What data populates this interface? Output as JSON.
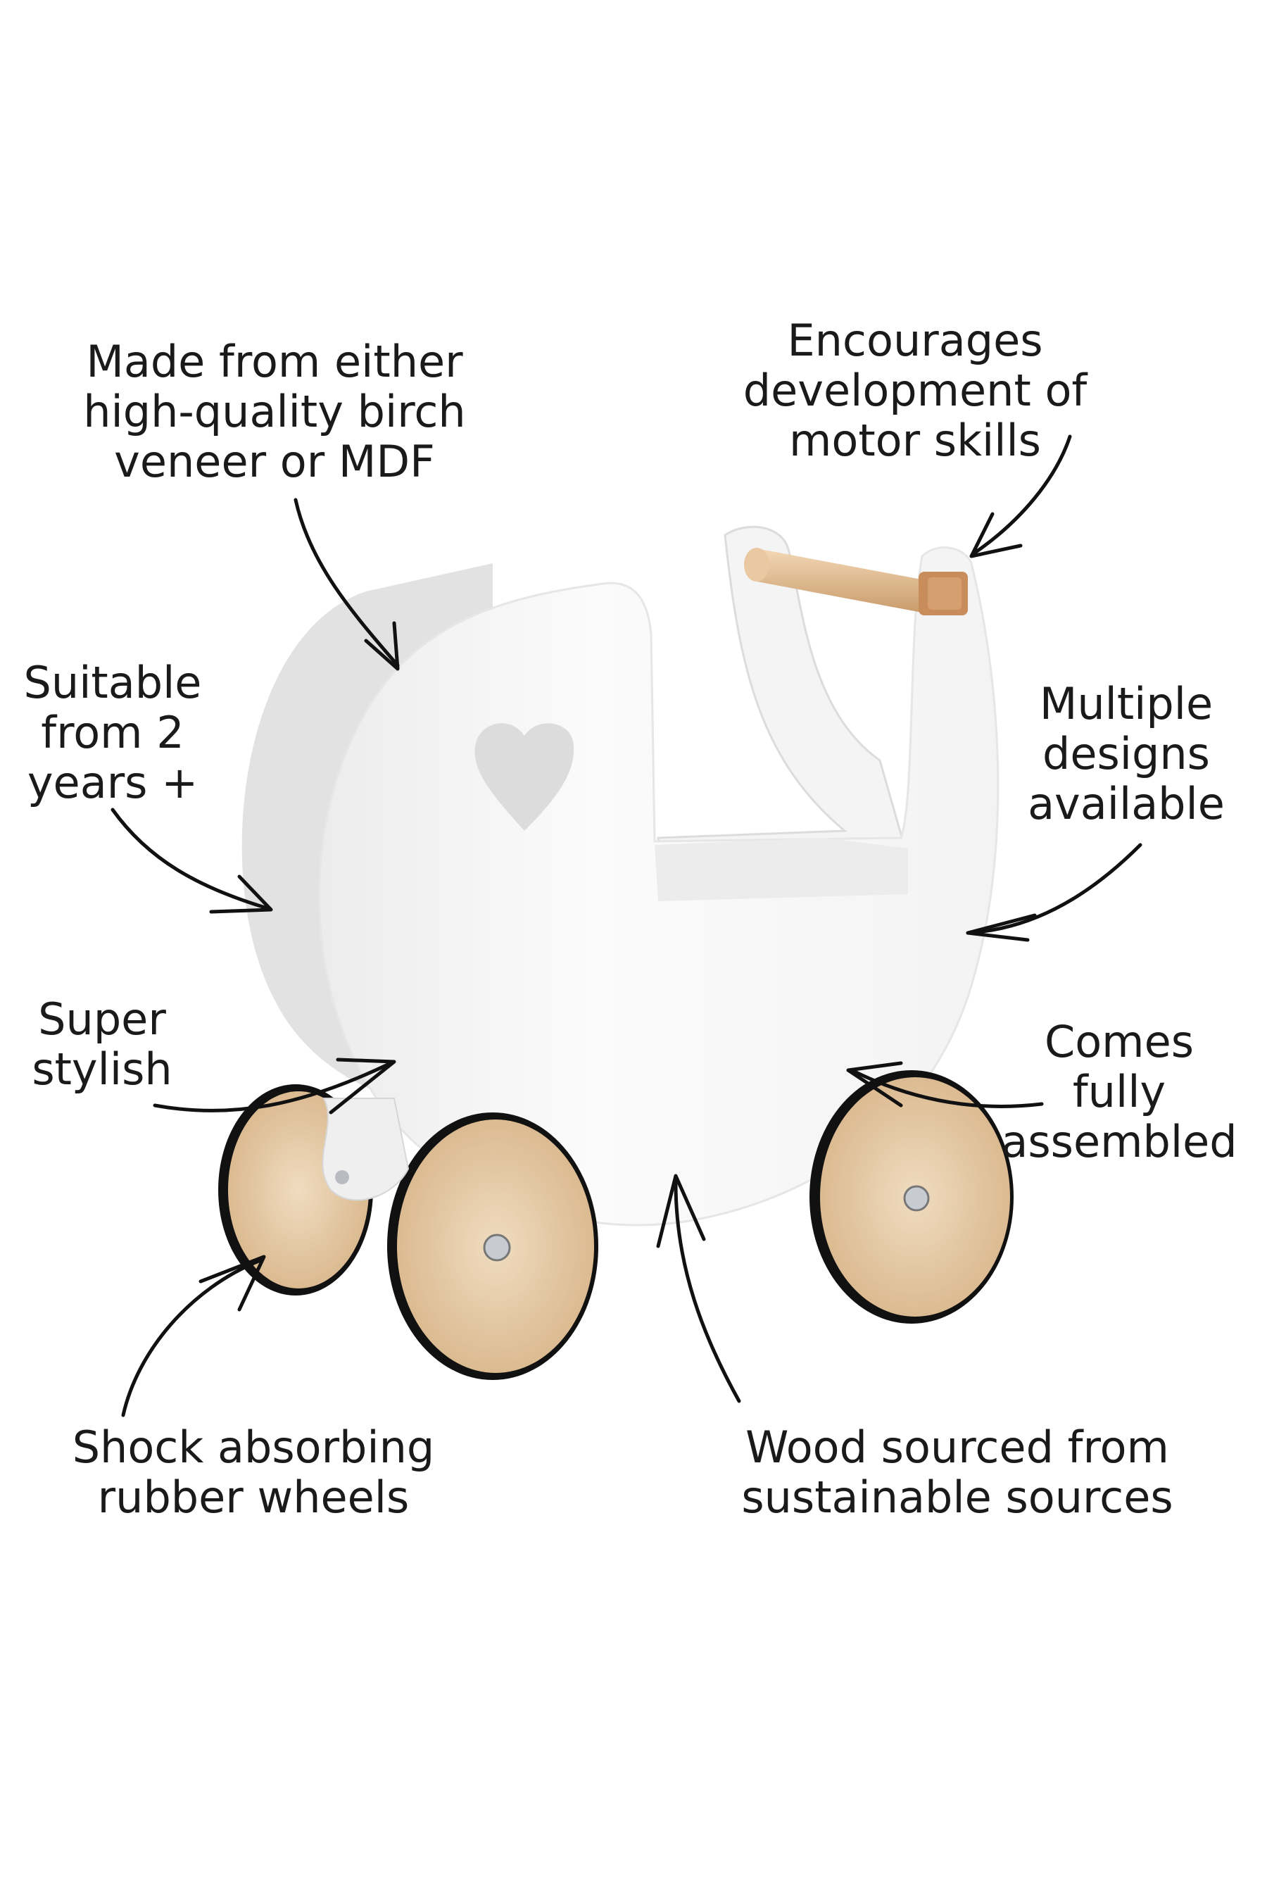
{
  "features": {
    "material": {
      "lines": [
        "Made from either",
        "high-quality birch",
        "veneer or MDF"
      ]
    },
    "motor": {
      "lines": [
        "Encourages",
        "development of",
        "motor skills"
      ]
    },
    "age": {
      "lines": [
        "Suitable",
        "from 2",
        "years +"
      ]
    },
    "designs": {
      "lines": [
        "Multiple",
        "designs",
        "available"
      ]
    },
    "style": {
      "lines": [
        "Super",
        "stylish"
      ]
    },
    "assembled": {
      "lines": [
        "Comes",
        "fully",
        "assembled"
      ]
    },
    "wheels": {
      "lines": [
        "Shock absorbing",
        "rubber wheels"
      ]
    },
    "wood": {
      "lines": [
        "Wood sourced from",
        "sustainable sources"
      ]
    }
  },
  "colors": {
    "background": "#ffffff",
    "text": "#1a1a1a",
    "pram_body": "#f7f7f7",
    "pram_shadow": "#e4e4e4",
    "wood": "#e6c9a4",
    "wheel_rim": "#111111",
    "arrow": "#111111"
  },
  "icons": [
    "heart-cutout-icon",
    "arrow-icon"
  ]
}
